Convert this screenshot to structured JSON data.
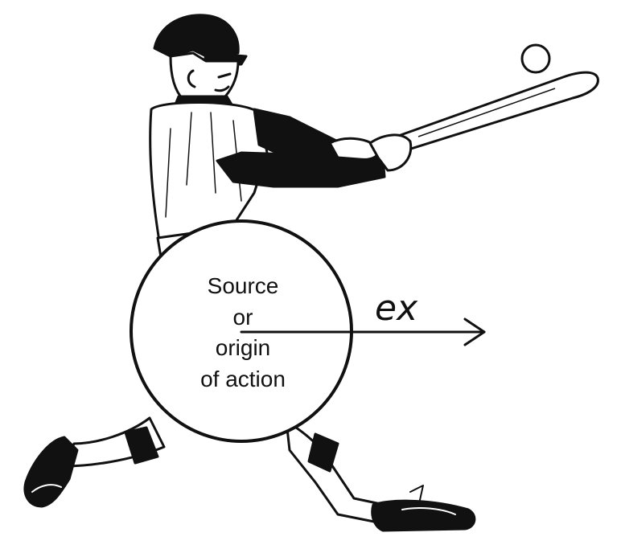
{
  "diagram": {
    "prefix": "ex",
    "circle_label": [
      "Source",
      "or",
      "origin",
      "of action"
    ]
  },
  "illustration": {
    "subject": "baseball-batter-icon",
    "ink_color": "#111111",
    "background_color": "#ffffff"
  }
}
